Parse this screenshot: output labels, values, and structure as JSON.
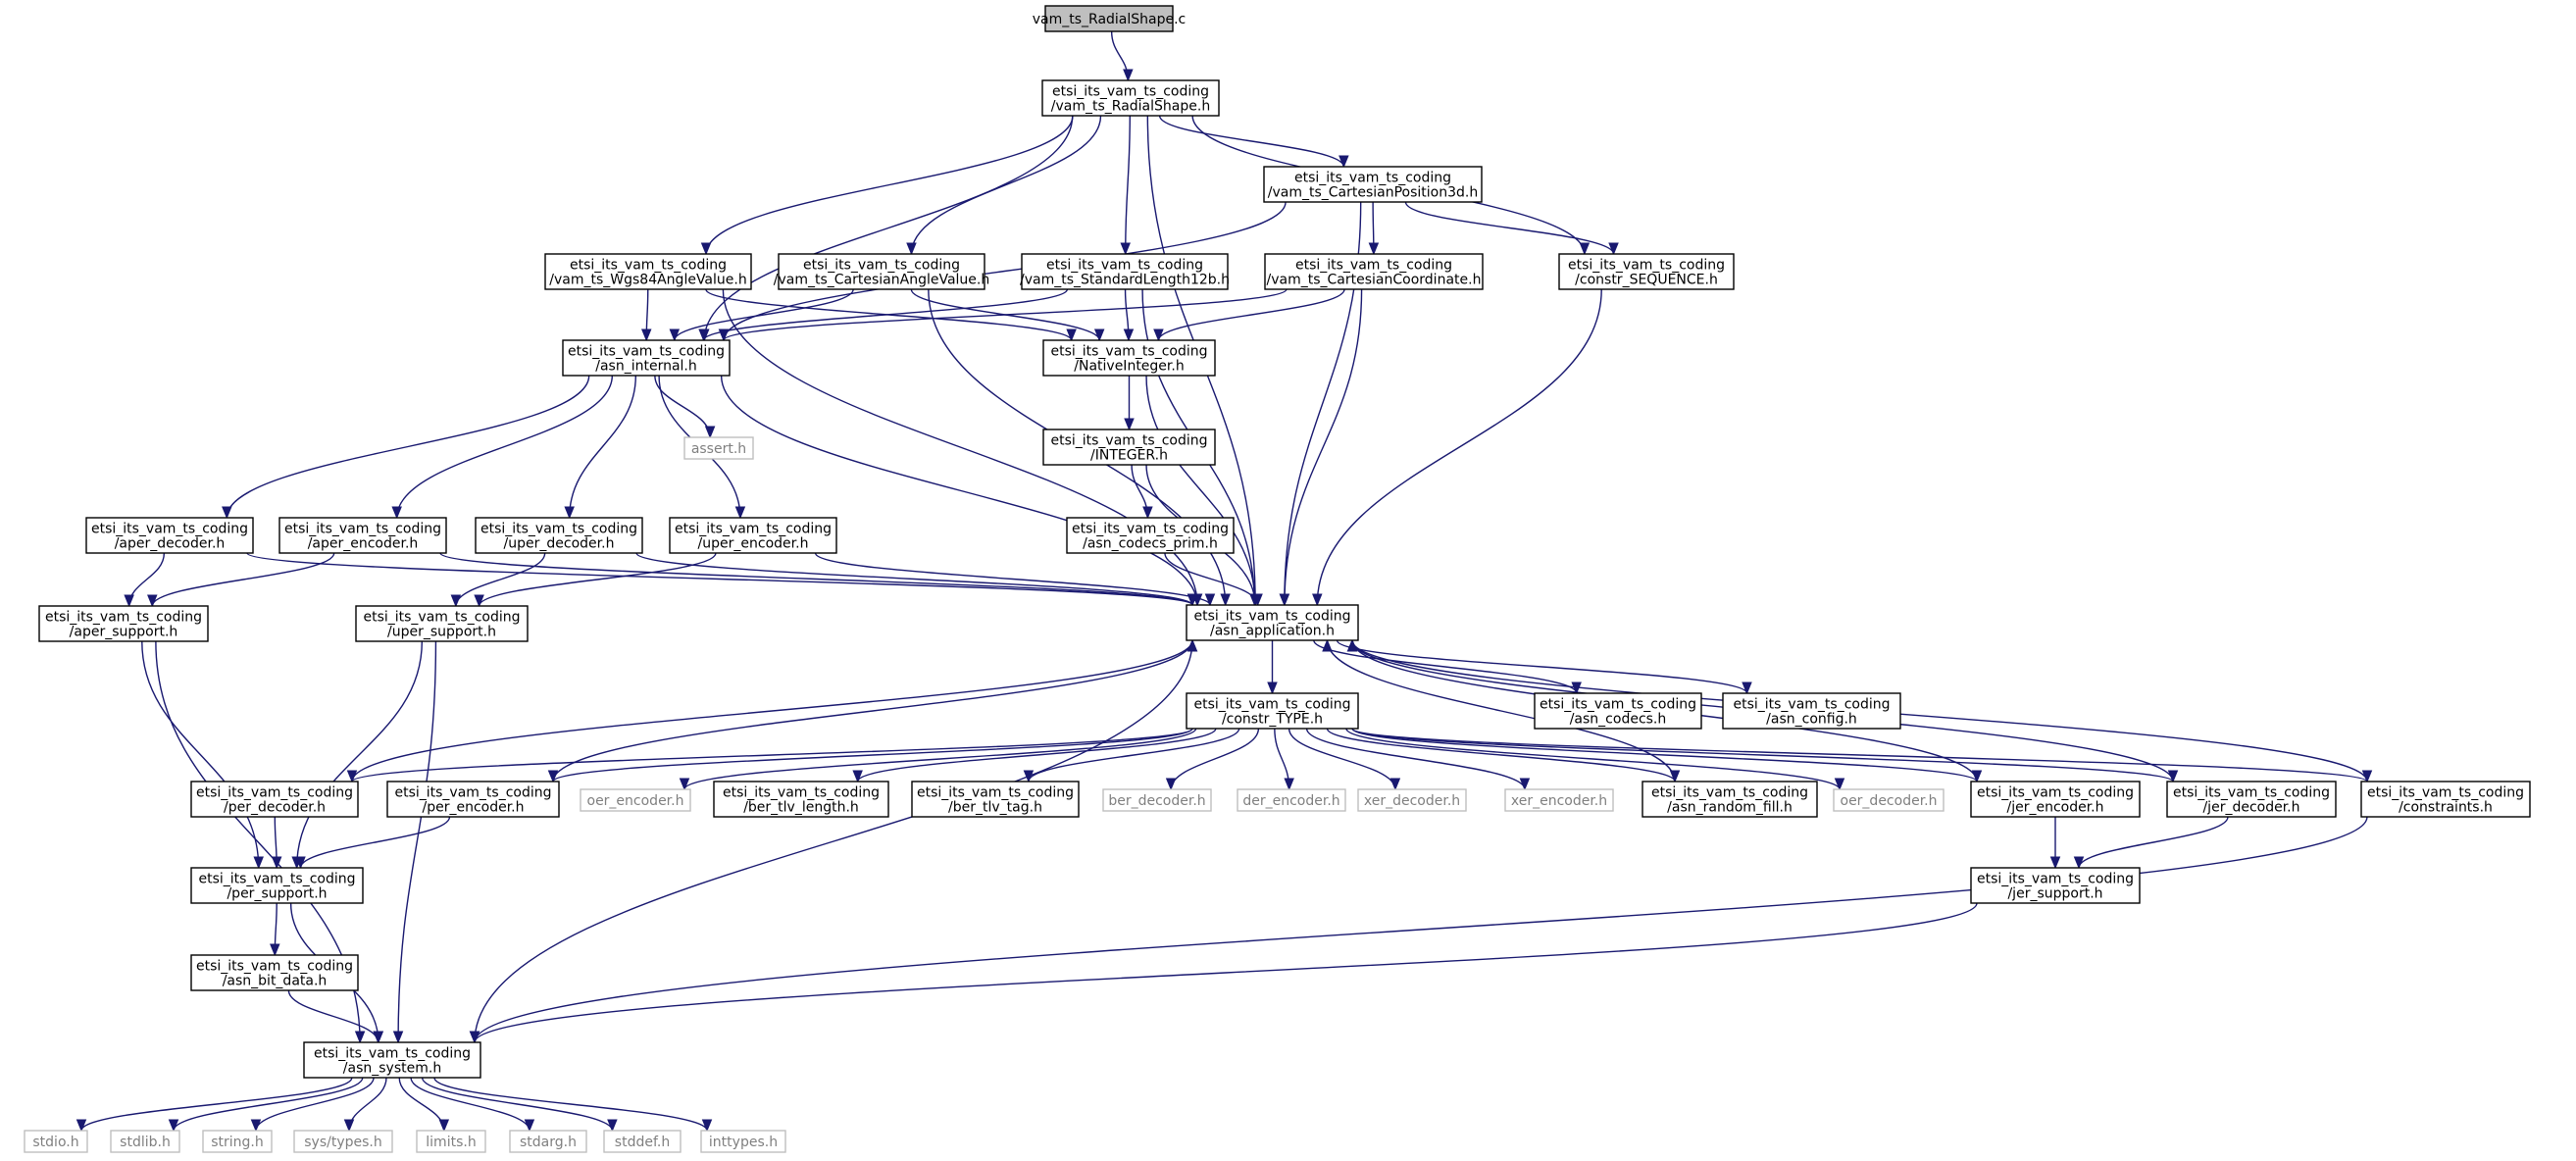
{
  "diagram": {
    "nodes": [
      {
        "id": "n0",
        "lines": [
          "vam_ts_RadialShape.c"
        ],
        "kind": "root"
      },
      {
        "id": "n1",
        "lines": [
          "etsi_its_vam_ts_coding",
          "/vam_ts_RadialShape.h"
        ],
        "kind": "local"
      },
      {
        "id": "n2",
        "lines": [
          "etsi_its_vam_ts_coding",
          "/vam_ts_CartesianPosition3d.h"
        ],
        "kind": "local"
      },
      {
        "id": "n3",
        "lines": [
          "etsi_its_vam_ts_coding",
          "/vam_ts_Wgs84AngleValue.h"
        ],
        "kind": "local"
      },
      {
        "id": "n4",
        "lines": [
          "etsi_its_vam_ts_coding",
          "/vam_ts_CartesianAngleValue.h"
        ],
        "kind": "local"
      },
      {
        "id": "n5",
        "lines": [
          "etsi_its_vam_ts_coding",
          "/vam_ts_StandardLength12b.h"
        ],
        "kind": "local"
      },
      {
        "id": "n6",
        "lines": [
          "etsi_its_vam_ts_coding",
          "/vam_ts_CartesianCoordinate.h"
        ],
        "kind": "local"
      },
      {
        "id": "n7",
        "lines": [
          "etsi_its_vam_ts_coding",
          "/constr_SEQUENCE.h"
        ],
        "kind": "local"
      },
      {
        "id": "n8",
        "lines": [
          "etsi_its_vam_ts_coding",
          "/asn_internal.h"
        ],
        "kind": "local"
      },
      {
        "id": "n9",
        "lines": [
          "etsi_its_vam_ts_coding",
          "/NativeInteger.h"
        ],
        "kind": "local"
      },
      {
        "id": "n10",
        "lines": [
          "assert.h"
        ],
        "kind": "external"
      },
      {
        "id": "n11",
        "lines": [
          "etsi_its_vam_ts_coding",
          "/INTEGER.h"
        ],
        "kind": "local"
      },
      {
        "id": "n12",
        "lines": [
          "etsi_its_vam_ts_coding",
          "/aper_decoder.h"
        ],
        "kind": "local"
      },
      {
        "id": "n13",
        "lines": [
          "etsi_its_vam_ts_coding",
          "/aper_encoder.h"
        ],
        "kind": "local"
      },
      {
        "id": "n14",
        "lines": [
          "etsi_its_vam_ts_coding",
          "/uper_decoder.h"
        ],
        "kind": "local"
      },
      {
        "id": "n15",
        "lines": [
          "etsi_its_vam_ts_coding",
          "/uper_encoder.h"
        ],
        "kind": "local"
      },
      {
        "id": "n16",
        "lines": [
          "etsi_its_vam_ts_coding",
          "/asn_codecs_prim.h"
        ],
        "kind": "local"
      },
      {
        "id": "n17",
        "lines": [
          "etsi_its_vam_ts_coding",
          "/aper_support.h"
        ],
        "kind": "local"
      },
      {
        "id": "n18",
        "lines": [
          "etsi_its_vam_ts_coding",
          "/uper_support.h"
        ],
        "kind": "local"
      },
      {
        "id": "n19",
        "lines": [
          "etsi_its_vam_ts_coding",
          "/asn_application.h"
        ],
        "kind": "local"
      },
      {
        "id": "n20",
        "lines": [
          "etsi_its_vam_ts_coding",
          "/constr_TYPE.h"
        ],
        "kind": "local"
      },
      {
        "id": "n21",
        "lines": [
          "etsi_its_vam_ts_coding",
          "/asn_codecs.h"
        ],
        "kind": "local"
      },
      {
        "id": "n22",
        "lines": [
          "etsi_its_vam_ts_coding",
          "/asn_config.h"
        ],
        "kind": "local"
      },
      {
        "id": "n23",
        "lines": [
          "etsi_its_vam_ts_coding",
          "/per_decoder.h"
        ],
        "kind": "local"
      },
      {
        "id": "n24",
        "lines": [
          "etsi_its_vam_ts_coding",
          "/per_encoder.h"
        ],
        "kind": "local"
      },
      {
        "id": "n25",
        "lines": [
          "oer_encoder.h"
        ],
        "kind": "external"
      },
      {
        "id": "n26",
        "lines": [
          "etsi_its_vam_ts_coding",
          "/ber_tlv_length.h"
        ],
        "kind": "local"
      },
      {
        "id": "n27",
        "lines": [
          "etsi_its_vam_ts_coding",
          "/ber_tlv_tag.h"
        ],
        "kind": "local"
      },
      {
        "id": "n28",
        "lines": [
          "ber_decoder.h"
        ],
        "kind": "external"
      },
      {
        "id": "n29",
        "lines": [
          "der_encoder.h"
        ],
        "kind": "external"
      },
      {
        "id": "n30",
        "lines": [
          "xer_decoder.h"
        ],
        "kind": "external"
      },
      {
        "id": "n31",
        "lines": [
          "xer_encoder.h"
        ],
        "kind": "external"
      },
      {
        "id": "n32",
        "lines": [
          "etsi_its_vam_ts_coding",
          "/asn_random_fill.h"
        ],
        "kind": "local"
      },
      {
        "id": "n33",
        "lines": [
          "oer_decoder.h"
        ],
        "kind": "external"
      },
      {
        "id": "n34",
        "lines": [
          "etsi_its_vam_ts_coding",
          "/jer_encoder.h"
        ],
        "kind": "local"
      },
      {
        "id": "n35",
        "lines": [
          "etsi_its_vam_ts_coding",
          "/jer_decoder.h"
        ],
        "kind": "local"
      },
      {
        "id": "n36",
        "lines": [
          "etsi_its_vam_ts_coding",
          "/constraints.h"
        ],
        "kind": "local"
      },
      {
        "id": "n37",
        "lines": [
          "etsi_its_vam_ts_coding",
          "/per_support.h"
        ],
        "kind": "local"
      },
      {
        "id": "n38",
        "lines": [
          "etsi_its_vam_ts_coding",
          "/jer_support.h"
        ],
        "kind": "local"
      },
      {
        "id": "n39",
        "lines": [
          "etsi_its_vam_ts_coding",
          "/asn_bit_data.h"
        ],
        "kind": "local"
      },
      {
        "id": "n40",
        "lines": [
          "etsi_its_vam_ts_coding",
          "/asn_system.h"
        ],
        "kind": "local"
      },
      {
        "id": "n41",
        "lines": [
          "stdio.h"
        ],
        "kind": "external"
      },
      {
        "id": "n42",
        "lines": [
          "stdlib.h"
        ],
        "kind": "external"
      },
      {
        "id": "n43",
        "lines": [
          "string.h"
        ],
        "kind": "external"
      },
      {
        "id": "n44",
        "lines": [
          "sys/types.h"
        ],
        "kind": "external"
      },
      {
        "id": "n45",
        "lines": [
          "limits.h"
        ],
        "kind": "external"
      },
      {
        "id": "n46",
        "lines": [
          "stdarg.h"
        ],
        "kind": "external"
      },
      {
        "id": "n47",
        "lines": [
          "stddef.h"
        ],
        "kind": "external"
      },
      {
        "id": "n48",
        "lines": [
          "inttypes.h"
        ],
        "kind": "external"
      }
    ],
    "edges": [
      [
        "n0",
        "n1"
      ],
      [
        "n1",
        "n2"
      ],
      [
        "n1",
        "n3"
      ],
      [
        "n1",
        "n4"
      ],
      [
        "n1",
        "n5"
      ],
      [
        "n1",
        "n7"
      ],
      [
        "n1",
        "n8"
      ],
      [
        "n1",
        "n19"
      ],
      [
        "n2",
        "n6"
      ],
      [
        "n2",
        "n7"
      ],
      [
        "n2",
        "n8"
      ],
      [
        "n2",
        "n19"
      ],
      [
        "n3",
        "n8"
      ],
      [
        "n3",
        "n9"
      ],
      [
        "n3",
        "n19"
      ],
      [
        "n4",
        "n8"
      ],
      [
        "n4",
        "n9"
      ],
      [
        "n4",
        "n19"
      ],
      [
        "n5",
        "n8"
      ],
      [
        "n5",
        "n9"
      ],
      [
        "n5",
        "n19"
      ],
      [
        "n6",
        "n8"
      ],
      [
        "n6",
        "n9"
      ],
      [
        "n6",
        "n19"
      ],
      [
        "n7",
        "n19"
      ],
      [
        "n8",
        "n10"
      ],
      [
        "n8",
        "n12"
      ],
      [
        "n8",
        "n13"
      ],
      [
        "n8",
        "n14"
      ],
      [
        "n8",
        "n15"
      ],
      [
        "n8",
        "n19"
      ],
      [
        "n9",
        "n11"
      ],
      [
        "n9",
        "n19"
      ],
      [
        "n11",
        "n16"
      ],
      [
        "n11",
        "n19"
      ],
      [
        "n16",
        "n19"
      ],
      [
        "n12",
        "n17"
      ],
      [
        "n12",
        "n19"
      ],
      [
        "n13",
        "n17"
      ],
      [
        "n13",
        "n19"
      ],
      [
        "n14",
        "n18"
      ],
      [
        "n14",
        "n19"
      ],
      [
        "n15",
        "n18"
      ],
      [
        "n15",
        "n19"
      ],
      [
        "n17",
        "n37"
      ],
      [
        "n17",
        "n40"
      ],
      [
        "n18",
        "n37"
      ],
      [
        "n18",
        "n40"
      ],
      [
        "n19",
        "n20"
      ],
      [
        "n19",
        "n21"
      ],
      [
        "n19",
        "n22"
      ],
      [
        "n19",
        "n40"
      ],
      [
        "n20",
        "n23"
      ],
      [
        "n20",
        "n24"
      ],
      [
        "n20",
        "n25"
      ],
      [
        "n20",
        "n26"
      ],
      [
        "n20",
        "n27"
      ],
      [
        "n20",
        "n28"
      ],
      [
        "n20",
        "n29"
      ],
      [
        "n20",
        "n30"
      ],
      [
        "n20",
        "n31"
      ],
      [
        "n20",
        "n32"
      ],
      [
        "n20",
        "n33"
      ],
      [
        "n20",
        "n34"
      ],
      [
        "n20",
        "n35"
      ],
      [
        "n20",
        "n36"
      ],
      [
        "n23",
        "n19"
      ],
      [
        "n23",
        "n37"
      ],
      [
        "n24",
        "n19"
      ],
      [
        "n24",
        "n37"
      ],
      [
        "n32",
        "n19"
      ],
      [
        "n34",
        "n19"
      ],
      [
        "n35",
        "n19"
      ],
      [
        "n36",
        "n19"
      ],
      [
        "n34",
        "n38"
      ],
      [
        "n35",
        "n38"
      ],
      [
        "n36",
        "n40"
      ],
      [
        "n37",
        "n39"
      ],
      [
        "n37",
        "n40"
      ],
      [
        "n38",
        "n40"
      ],
      [
        "n39",
        "n40"
      ],
      [
        "n40",
        "n41"
      ],
      [
        "n40",
        "n42"
      ],
      [
        "n40",
        "n43"
      ],
      [
        "n40",
        "n44"
      ],
      [
        "n40",
        "n45"
      ],
      [
        "n40",
        "n46"
      ],
      [
        "n40",
        "n47"
      ],
      [
        "n40",
        "n48"
      ]
    ]
  },
  "colors": {
    "edge": "#191970",
    "root_fill": "#bfbfbf",
    "local_border": "#000000",
    "external_border": "#bfbfbf",
    "external_text": "#808080",
    "background": "#ffffff"
  }
}
